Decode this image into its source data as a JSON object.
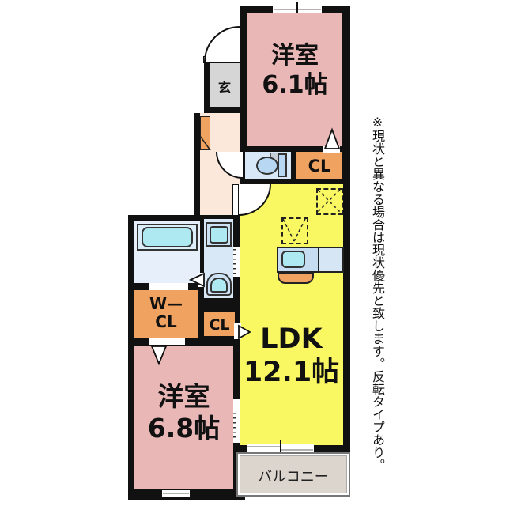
{
  "title": "apartment-floor-plan",
  "rooms": {
    "bedroom1": {
      "name": "洋室",
      "size": "6.1帖"
    },
    "bedroom2": {
      "name": "洋室",
      "size": "6.8帖"
    },
    "ldk": {
      "name": "LDK",
      "size": "12.1帖"
    },
    "entrance": {
      "label": "玄"
    },
    "walk_in_closet": {
      "line1": "W—",
      "line2": "CL"
    },
    "closet_hall": {
      "label": "CL"
    },
    "closet_bedroom1": {
      "label": "CL"
    },
    "balcony": {
      "label": "バルコニー"
    }
  },
  "note": {
    "text": "※現状と異なる場合は現状優先と致します。反転タイプあり。"
  },
  "colors": {
    "wall": "#111111",
    "bedroom_pink": "#eab7b7",
    "ldk_yellow": "#f9f862",
    "closet_orange": "#f0a360",
    "entrance_gray": "#d6d6d6",
    "hall_cream": "#fbe8da",
    "sanitary_blue": "#d9e8f6",
    "fixture_blue": "#cde3f5",
    "fixture_cyan": "#aee9f1",
    "balcony_gray": "#dcd5ce"
  }
}
